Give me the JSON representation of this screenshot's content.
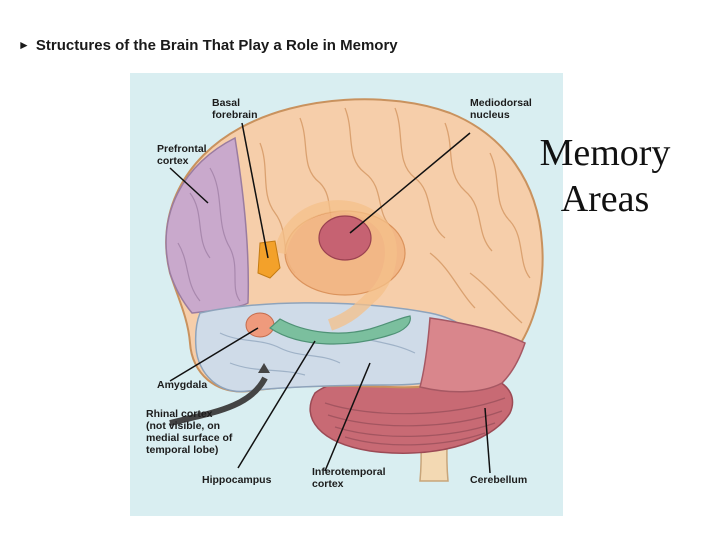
{
  "header": {
    "arrow": "►",
    "title": "Structures of the Brain That Play a Role in Memory"
  },
  "side_title": {
    "line1": "Memory",
    "line2": "Areas"
  },
  "labels": {
    "basal_forebrain": "Basal\nforebrain",
    "mediodorsal_nucleus": "Mediodorsal\nnucleus",
    "prefrontal_cortex": "Prefrontal\ncortex",
    "amygdala": "Amygdala",
    "rhinal_cortex": "Rhinal cortex\n(not visible, on\nmedial surface of\ntemporal lobe)",
    "hippocampus": "Hippocampus",
    "inferotemporal_cortex": "Inferotemporal\ncortex",
    "cerebellum": "Cerebellum"
  },
  "colors": {
    "figure_background": "#d9eef1",
    "cortex": "#f6ceaa",
    "prefrontal": "#c9a9cc",
    "temporal_lobe": "#cfdbe8",
    "inferotemporal": "#d9868c",
    "cerebellum": "#c86a74",
    "hippocampus": "#7bbf9e",
    "basal_forebrain": "#f3a12a",
    "mediodorsal": "#c66272",
    "thalamus": "#f2b480",
    "brainstem": "#f3d9b3"
  }
}
